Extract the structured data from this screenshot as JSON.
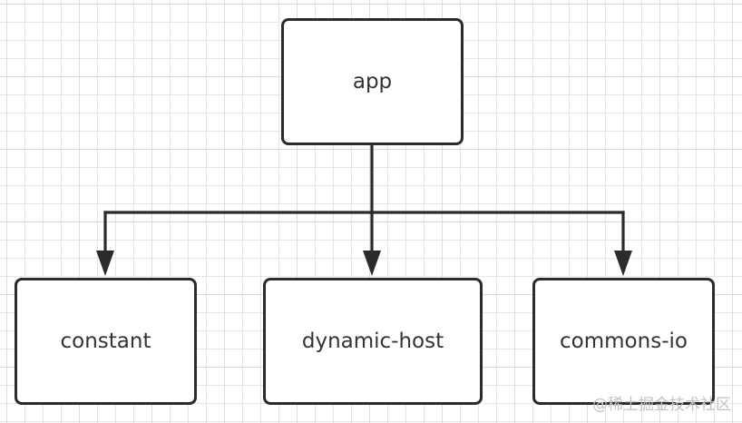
{
  "diagram": {
    "nodes": {
      "app": "app",
      "constant": "constant",
      "dynamic_host": "dynamic-host",
      "commons_io": "commons-io"
    },
    "edges": [
      {
        "from": "app",
        "to": "constant"
      },
      {
        "from": "app",
        "to": "dynamic-host"
      },
      {
        "from": "app",
        "to": "commons-io"
      }
    ],
    "colors": {
      "stroke": "#2b2b2b",
      "text": "#333333",
      "grid": "#e6e6e6"
    }
  },
  "watermark": "@稀土掘金技术社区"
}
